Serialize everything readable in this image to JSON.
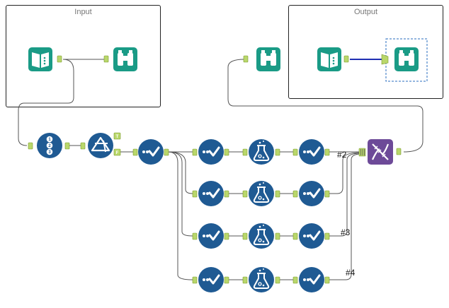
{
  "containers": {
    "input_title": "Input",
    "output_title": "Output"
  },
  "wire_labels": {
    "l2": "#2",
    "l3": "#3",
    "l4": "#4"
  },
  "filter_anchors": {
    "true_label": "T",
    "false_label": "F"
  },
  "colors": {
    "tool_blue": "#1f5a93",
    "tool_teal": "#1a9b86",
    "tool_purple": "#6d4a98",
    "anchor_green": "#b9d76b",
    "selected_wire": "#1f2fb3"
  },
  "icons": {
    "input_tool": "book-input-icon",
    "browse_tool": "binoculars-icon",
    "record_id_tool": "numbered-list-icon",
    "filter_tool": "filter-icon",
    "select_tool": "select-checkmark-icon",
    "formula_tool": "flask-icon",
    "union_tool": "dna-union-icon"
  }
}
